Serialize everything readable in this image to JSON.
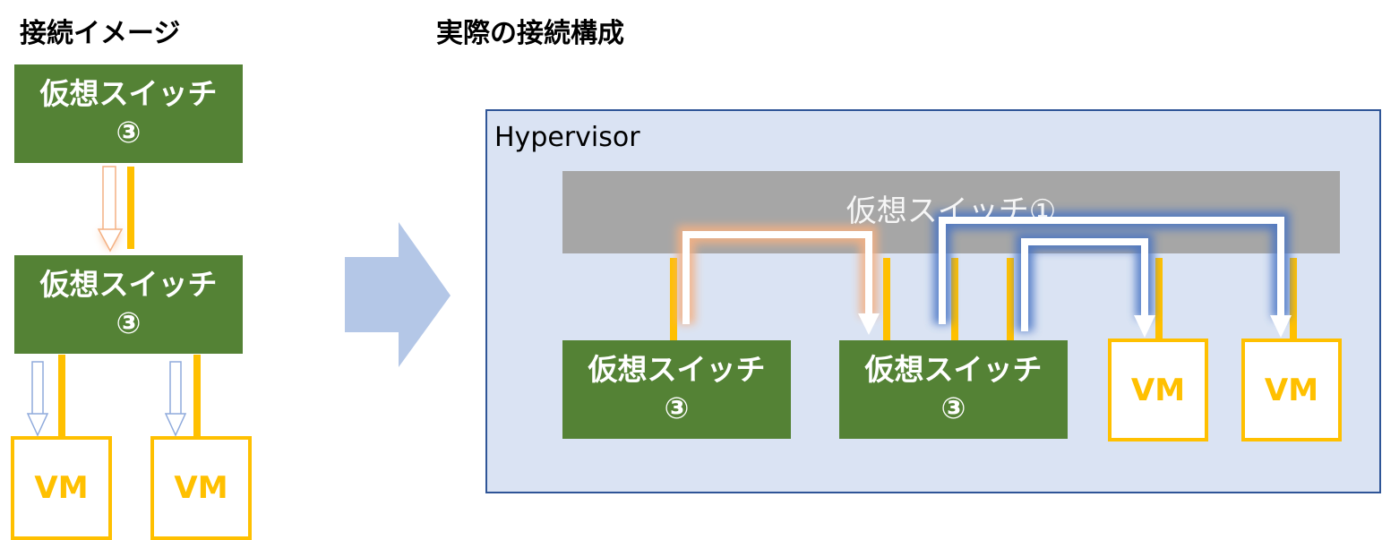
{
  "left_heading": "接続イメージ",
  "right_heading": "実際の接続構成",
  "switch_name": "仮想スイッチ",
  "switch_number": "③",
  "vm_label": "VM",
  "hypervisor_label": "Hypervisor",
  "outer_switch_label": "仮想スイッチ①",
  "colors": {
    "switch_green": "#548235",
    "vm_orange": "#ffc000",
    "hypervisor_fill": "#dae3f3",
    "hypervisor_border": "#2f5597",
    "gray_switch": "#a6a6a6",
    "big_arrow": "#b4c7e7",
    "glow_orange": "#f4b183",
    "glow_blue": "#4472c4"
  }
}
